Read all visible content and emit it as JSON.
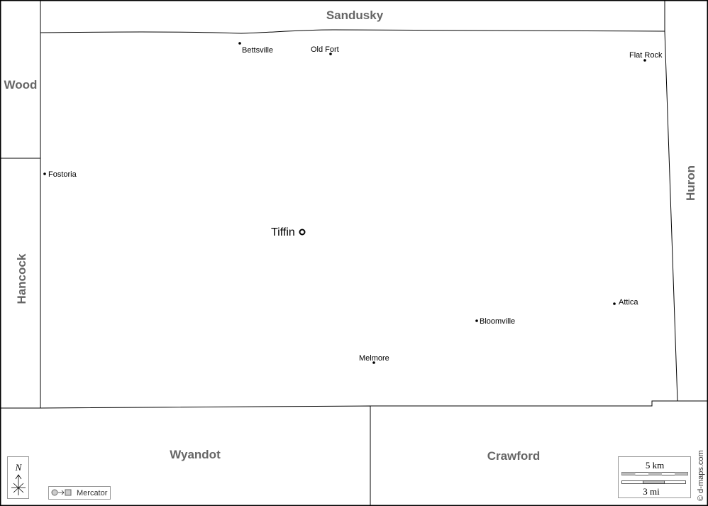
{
  "neighbors": {
    "sandusky": "Sandusky",
    "wood": "Wood",
    "hancock": "Hancock",
    "huron": "Huron",
    "wyandot": "Wyandot",
    "crawford": "Crawford"
  },
  "seat": {
    "name": "Tiffin"
  },
  "towns": [
    "Bettsville",
    "Old Fort",
    "Flat Rock",
    "Fostoria",
    "Attica",
    "Bloomville",
    "Melmore"
  ],
  "legend": {
    "north": "N",
    "projection": "Mercator",
    "scale_km": "5 km",
    "scale_mi": "3 mi",
    "credit": "© d-maps.com"
  }
}
